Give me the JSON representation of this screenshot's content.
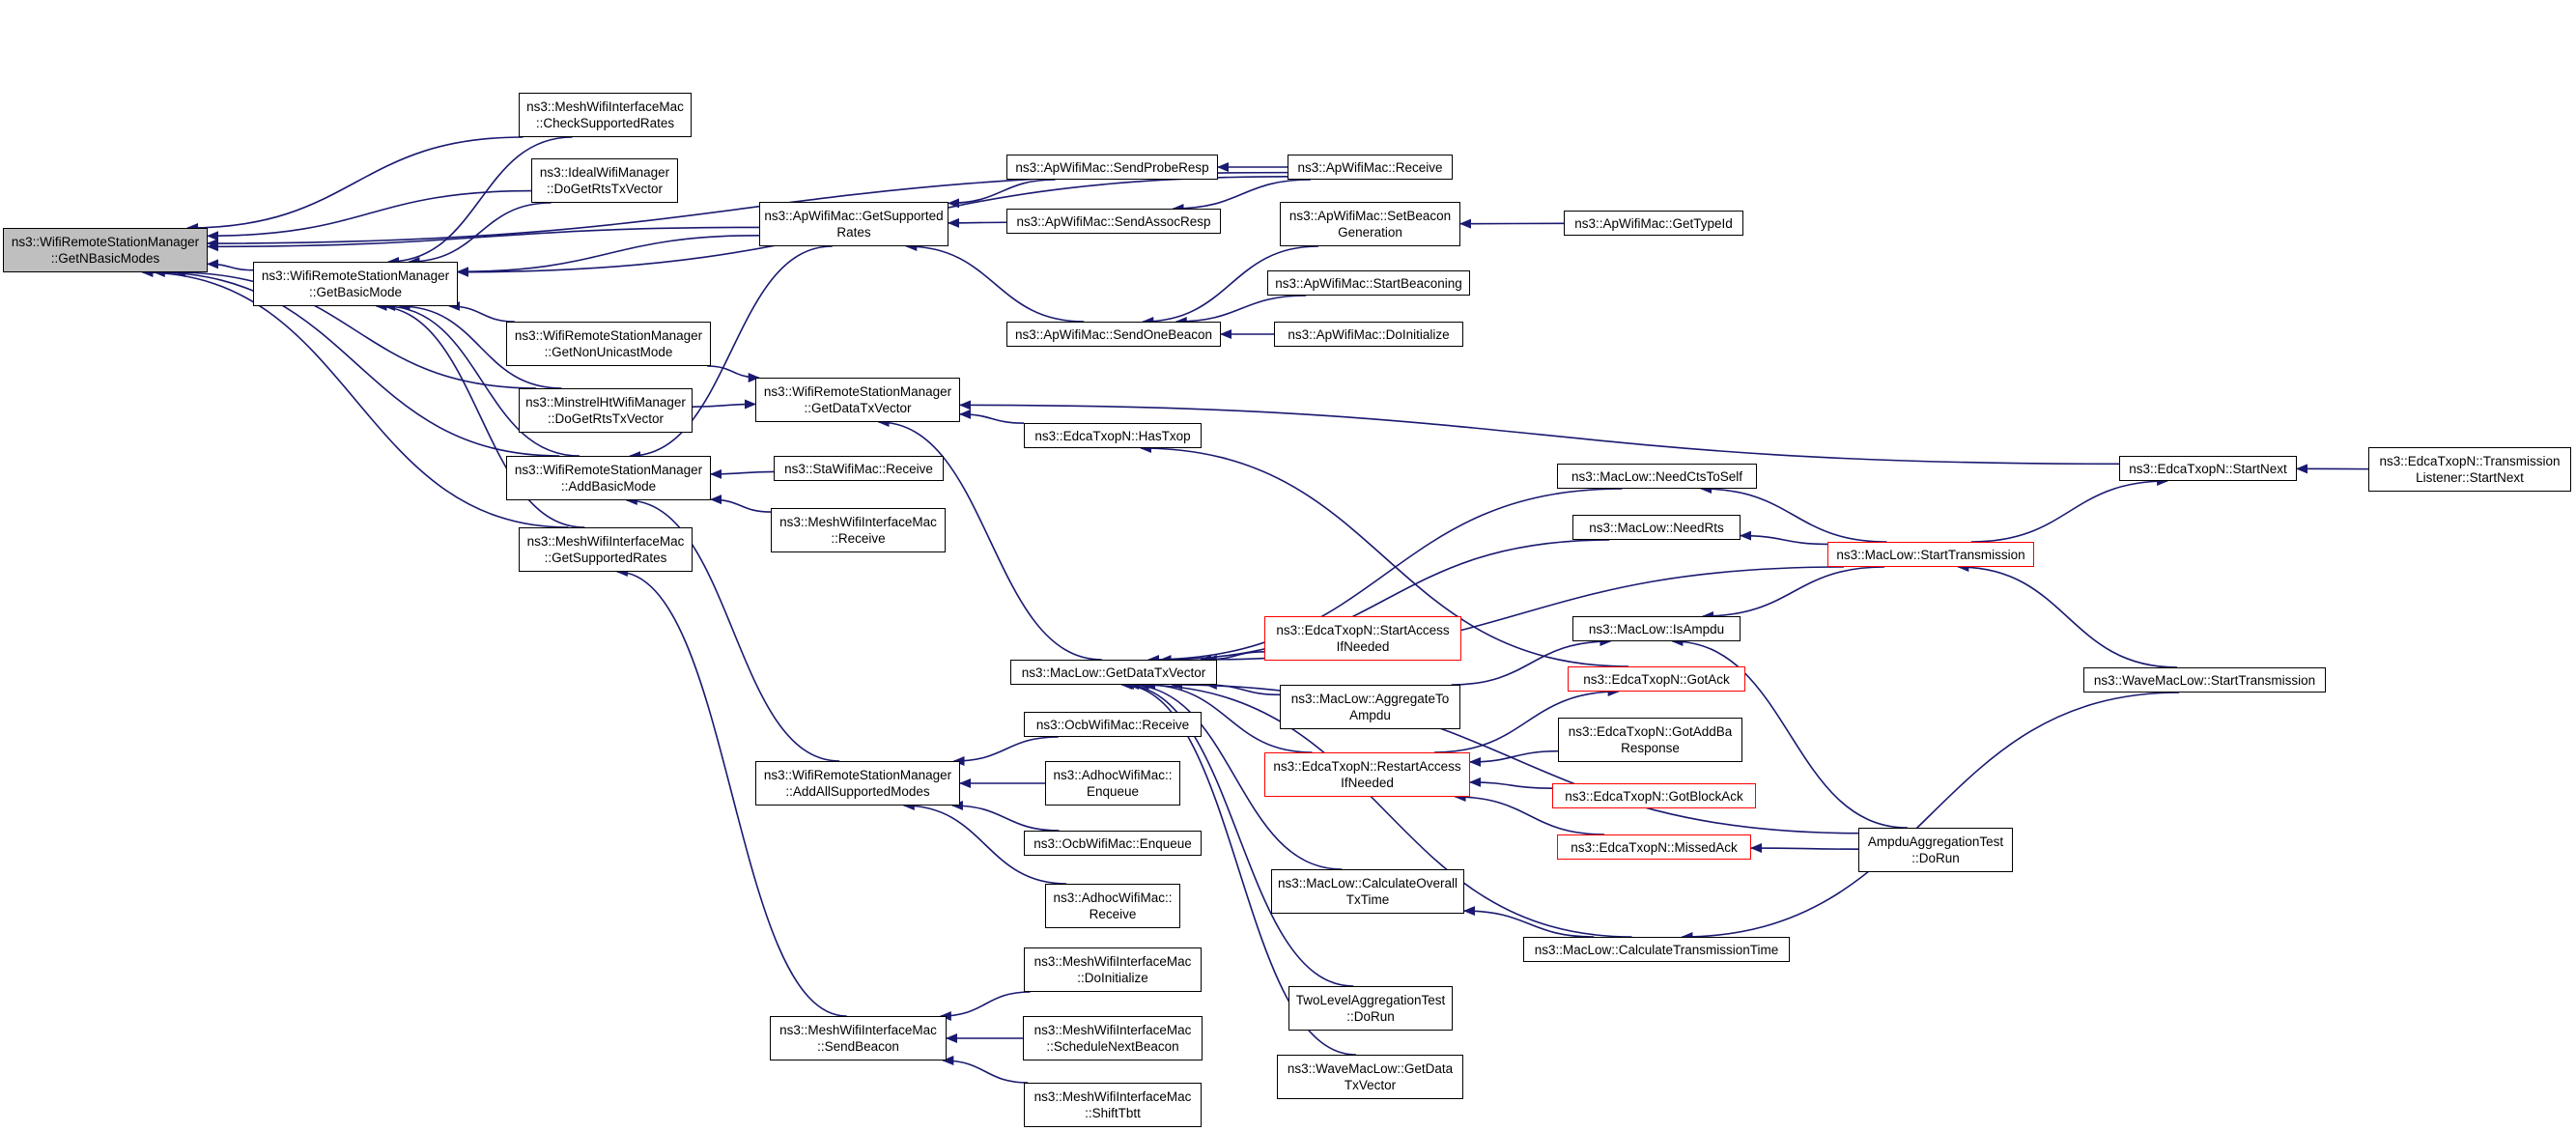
{
  "colors": {
    "edge": "#191970",
    "node_border": "#000000",
    "node_border_incomplete": "#ff0000",
    "root_fill": "#bfbfbf",
    "node_fill": "#ffffff"
  },
  "nodes": [
    {
      "id": "n0",
      "lines": [
        "ns3::WifiRemoteStationManager",
        "::GetNBasicModes"
      ],
      "style": "root"
    },
    {
      "id": "n1",
      "lines": [
        "ns3::WifiRemoteStationManager",
        "::GetBasicMode"
      ]
    },
    {
      "id": "n2",
      "lines": [
        "ns3::MeshWifiInterfaceMac",
        "::CheckSupportedRates"
      ]
    },
    {
      "id": "n3",
      "lines": [
        "ns3::IdealWifiManager",
        "::DoGetRtsTxVector"
      ]
    },
    {
      "id": "n4",
      "lines": [
        "ns3::ApWifiMac::GetSupported",
        "Rates"
      ]
    },
    {
      "id": "n5",
      "lines": [
        "ns3::ApWifiMac::Receive"
      ]
    },
    {
      "id": "n6",
      "lines": [
        "ns3::MinstrelHtWifiManager",
        "::DoGetRtsTxVector"
      ]
    },
    {
      "id": "n7",
      "lines": [
        "ns3::WifiRemoteStationManager",
        "::AddBasicMode"
      ]
    },
    {
      "id": "n8",
      "lines": [
        "ns3::MeshWifiInterfaceMac",
        "::GetSupportedRates"
      ]
    },
    {
      "id": "n9",
      "lines": [
        "ns3::WifiRemoteStationManager",
        "::GetNonUnicastMode"
      ]
    },
    {
      "id": "n10",
      "lines": [
        "ns3::ApWifiMac::SendProbeResp"
      ]
    },
    {
      "id": "n11",
      "lines": [
        "ns3::ApWifiMac::SendAssocResp"
      ]
    },
    {
      "id": "n12",
      "lines": [
        "ns3::ApWifiMac::SendOneBeacon"
      ]
    },
    {
      "id": "n13",
      "lines": [
        "ns3::ApWifiMac::SetBeacon",
        "Generation"
      ]
    },
    {
      "id": "n14",
      "lines": [
        "ns3::ApWifiMac::GetTypeId"
      ]
    },
    {
      "id": "n15",
      "lines": [
        "ns3::ApWifiMac::StartBeaconing"
      ]
    },
    {
      "id": "n16",
      "lines": [
        "ns3::ApWifiMac::DoInitialize"
      ]
    },
    {
      "id": "n17",
      "lines": [
        "ns3::WifiRemoteStationManager",
        "::GetDataTxVector"
      ]
    },
    {
      "id": "n18",
      "lines": [
        "ns3::EdcaTxopN::HasTxop"
      ]
    },
    {
      "id": "n19",
      "lines": [
        "ns3::StaWifiMac::Receive"
      ]
    },
    {
      "id": "n20",
      "lines": [
        "ns3::MeshWifiInterfaceMac",
        "::Receive"
      ]
    },
    {
      "id": "n21",
      "lines": [
        "ns3::EdcaTxopN::StartNext"
      ]
    },
    {
      "id": "n22",
      "lines": [
        "ns3::EdcaTxopN::Transmission",
        "Listener::StartNext"
      ]
    },
    {
      "id": "n23",
      "lines": [
        "ns3::MacLow::NeedCtsToSelf"
      ]
    },
    {
      "id": "n24",
      "lines": [
        "ns3::MacLow::NeedRts"
      ]
    },
    {
      "id": "n25",
      "lines": [
        "ns3::MacLow::StartTransmission"
      ],
      "style": "red"
    },
    {
      "id": "n26",
      "lines": [
        "ns3::EdcaTxopN::StartAccess",
        "IfNeeded"
      ],
      "style": "red"
    },
    {
      "id": "n27",
      "lines": [
        "ns3::MacLow::GetDataTxVector"
      ]
    },
    {
      "id": "n28",
      "lines": [
        "ns3::MacLow::IsAmpdu"
      ]
    },
    {
      "id": "n29",
      "lines": [
        "ns3::EdcaTxopN::GotAck"
      ],
      "style": "red"
    },
    {
      "id": "n30",
      "lines": [
        "ns3::WaveMacLow::StartTransmission"
      ]
    },
    {
      "id": "n31",
      "lines": [
        "ns3::MacLow::AggregateTo",
        "Ampdu"
      ]
    },
    {
      "id": "n32",
      "lines": [
        "ns3::OcbWifiMac::Receive"
      ]
    },
    {
      "id": "n33",
      "lines": [
        "ns3::EdcaTxopN::RestartAccess",
        "IfNeeded"
      ],
      "style": "red"
    },
    {
      "id": "n34",
      "lines": [
        "ns3::EdcaTxopN::GotAddBa",
        "Response"
      ]
    },
    {
      "id": "n35",
      "lines": [
        "ns3::WifiRemoteStationManager",
        "::AddAllSupportedModes"
      ]
    },
    {
      "id": "n36",
      "lines": [
        "ns3::AdhocWifiMac::",
        "Enqueue"
      ]
    },
    {
      "id": "n37",
      "lines": [
        "ns3::EdcaTxopN::GotBlockAck"
      ],
      "style": "red"
    },
    {
      "id": "n38",
      "lines": [
        "ns3::OcbWifiMac::Enqueue"
      ]
    },
    {
      "id": "n39",
      "lines": [
        "ns3::EdcaTxopN::MissedAck"
      ],
      "style": "red"
    },
    {
      "id": "n40",
      "lines": [
        "AmpduAggregationTest",
        "::DoRun"
      ]
    },
    {
      "id": "n41",
      "lines": [
        "ns3::AdhocWifiMac::",
        "Receive"
      ]
    },
    {
      "id": "n42",
      "lines": [
        "ns3::MacLow::CalculateOverall",
        "TxTime"
      ]
    },
    {
      "id": "n43",
      "lines": [
        "ns3::MacLow::CalculateTransmissionTime"
      ]
    },
    {
      "id": "n44",
      "lines": [
        "ns3::MeshWifiInterfaceMac",
        "::DoInitialize"
      ]
    },
    {
      "id": "n45",
      "lines": [
        "ns3::MeshWifiInterfaceMac",
        "::SendBeacon"
      ]
    },
    {
      "id": "n46",
      "lines": [
        "ns3::MeshWifiInterfaceMac",
        "::ScheduleNextBeacon"
      ]
    },
    {
      "id": "n47",
      "lines": [
        "TwoLevelAggregationTest",
        "::DoRun"
      ]
    },
    {
      "id": "n48",
      "lines": [
        "ns3::MeshWifiInterfaceMac",
        "::ShiftTbtt"
      ]
    },
    {
      "id": "n49",
      "lines": [
        "ns3::WaveMacLow::GetData",
        "TxVector"
      ]
    }
  ],
  "edges": [
    [
      "n1",
      "n0"
    ],
    [
      "n2",
      "n0"
    ],
    [
      "n3",
      "n0"
    ],
    [
      "n4",
      "n0"
    ],
    [
      "n5",
      "n0"
    ],
    [
      "n6",
      "n0"
    ],
    [
      "n7",
      "n0"
    ],
    [
      "n8",
      "n0"
    ],
    [
      "n2",
      "n1"
    ],
    [
      "n3",
      "n1"
    ],
    [
      "n4",
      "n1"
    ],
    [
      "n5",
      "n1"
    ],
    [
      "n6",
      "n1"
    ],
    [
      "n7",
      "n1"
    ],
    [
      "n8",
      "n1"
    ],
    [
      "n9",
      "n1"
    ],
    [
      "n10",
      "n4"
    ],
    [
      "n11",
      "n4"
    ],
    [
      "n12",
      "n4"
    ],
    [
      "n5",
      "n10"
    ],
    [
      "n5",
      "n11"
    ],
    [
      "n13",
      "n12"
    ],
    [
      "n15",
      "n12"
    ],
    [
      "n16",
      "n12"
    ],
    [
      "n14",
      "n13"
    ],
    [
      "n9",
      "n17"
    ],
    [
      "n6",
      "n17"
    ],
    [
      "n18",
      "n17"
    ],
    [
      "n21",
      "n17"
    ],
    [
      "n27",
      "n17"
    ],
    [
      "n29",
      "n18"
    ],
    [
      "n22",
      "n21"
    ],
    [
      "n25",
      "n21"
    ],
    [
      "n25",
      "n23"
    ],
    [
      "n25",
      "n24"
    ],
    [
      "n25",
      "n28"
    ],
    [
      "n30",
      "n25"
    ],
    [
      "n23",
      "n27"
    ],
    [
      "n24",
      "n27"
    ],
    [
      "n25",
      "n27"
    ],
    [
      "n26",
      "n27"
    ],
    [
      "n31",
      "n27"
    ],
    [
      "n33",
      "n27"
    ],
    [
      "n40",
      "n27"
    ],
    [
      "n42",
      "n27"
    ],
    [
      "n43",
      "n27"
    ],
    [
      "n47",
      "n27"
    ],
    [
      "n49",
      "n27"
    ],
    [
      "n31",
      "n28"
    ],
    [
      "n40",
      "n28"
    ],
    [
      "n33",
      "n29"
    ],
    [
      "n34",
      "n33"
    ],
    [
      "n37",
      "n33"
    ],
    [
      "n39",
      "n33"
    ],
    [
      "n40",
      "n39"
    ],
    [
      "n43",
      "n42"
    ],
    [
      "n30",
      "n43"
    ],
    [
      "n19",
      "n7"
    ],
    [
      "n20",
      "n7"
    ],
    [
      "n4",
      "n7"
    ],
    [
      "n35",
      "n7"
    ],
    [
      "n32",
      "n35"
    ],
    [
      "n36",
      "n35"
    ],
    [
      "n38",
      "n35"
    ],
    [
      "n41",
      "n35"
    ],
    [
      "n45",
      "n8"
    ],
    [
      "n44",
      "n45"
    ],
    [
      "n46",
      "n45"
    ],
    [
      "n48",
      "n45"
    ]
  ]
}
